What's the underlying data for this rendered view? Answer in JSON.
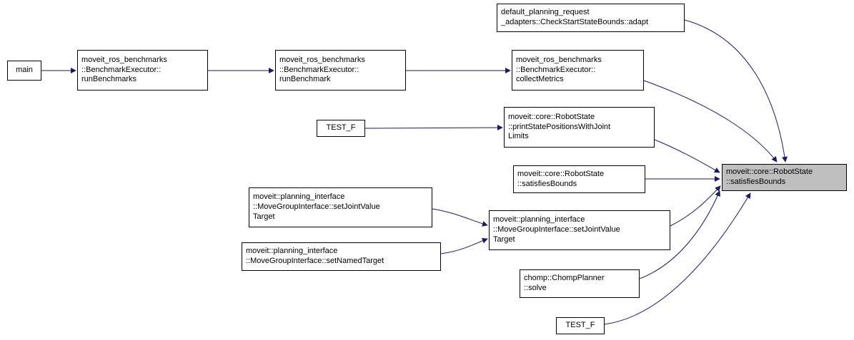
{
  "diagram": {
    "kind": "doxygen-call-graph",
    "target_function": "moveit::core::RobotState::satisfiesBounds",
    "colors": {
      "edge": "#191970",
      "node_border": "#000000",
      "node_fill": "#ffffff",
      "target_fill": "#bfbfbf"
    },
    "nodes": {
      "main": {
        "label": "main"
      },
      "run_benchmarks": {
        "label": "moveit_ros_benchmarks\n::BenchmarkExecutor::\nrunBenchmarks"
      },
      "run_benchmark": {
        "label": "moveit_ros_benchmarks\n::BenchmarkExecutor::\nrunBenchmark"
      },
      "check_start_state_bounds_adapt": {
        "label": "default_planning_request\n_adapters::CheckStartStateBounds::adapt"
      },
      "collect_metrics": {
        "label": "moveit_ros_benchmarks\n::BenchmarkExecutor::\ncollectMetrics"
      },
      "test_f_1": {
        "label": "TEST_F"
      },
      "print_state_positions": {
        "label": "moveit::core::RobotState\n::printStatePositionsWithJoint\nLimits"
      },
      "satisfies_bounds_overload": {
        "label": "moveit::core::RobotState\n::satisfiesBounds"
      },
      "set_joint_value_target_overload": {
        "label": "moveit::planning_interface\n::MoveGroupInterface::setJointValue\nTarget"
      },
      "set_named_target": {
        "label": "moveit::planning_interface\n::MoveGroupInterface::setNamedTarget"
      },
      "set_joint_value_target": {
        "label": "moveit::planning_interface\n::MoveGroupInterface::setJointValue\nTarget"
      },
      "chomp_solve": {
        "label": "chomp::ChompPlanner\n::solve"
      },
      "test_f_2": {
        "label": "TEST_F"
      },
      "satisfies_bounds_target": {
        "label": "moveit::core::RobotState\n::satisfiesBounds"
      }
    },
    "edges": [
      {
        "from": "main",
        "to": "run_benchmarks"
      },
      {
        "from": "run_benchmarks",
        "to": "run_benchmark"
      },
      {
        "from": "run_benchmark",
        "to": "collect_metrics"
      },
      {
        "from": "test_f_1",
        "to": "print_state_positions"
      },
      {
        "from": "set_joint_value_target_overload",
        "to": "set_joint_value_target"
      },
      {
        "from": "set_named_target",
        "to": "set_joint_value_target"
      },
      {
        "from": "check_start_state_bounds_adapt",
        "to": "satisfies_bounds_target"
      },
      {
        "from": "collect_metrics",
        "to": "satisfies_bounds_target"
      },
      {
        "from": "print_state_positions",
        "to": "satisfies_bounds_target"
      },
      {
        "from": "satisfies_bounds_overload",
        "to": "satisfies_bounds_target"
      },
      {
        "from": "set_joint_value_target",
        "to": "satisfies_bounds_target"
      },
      {
        "from": "chomp_solve",
        "to": "satisfies_bounds_target"
      },
      {
        "from": "test_f_2",
        "to": "satisfies_bounds_target"
      }
    ]
  }
}
